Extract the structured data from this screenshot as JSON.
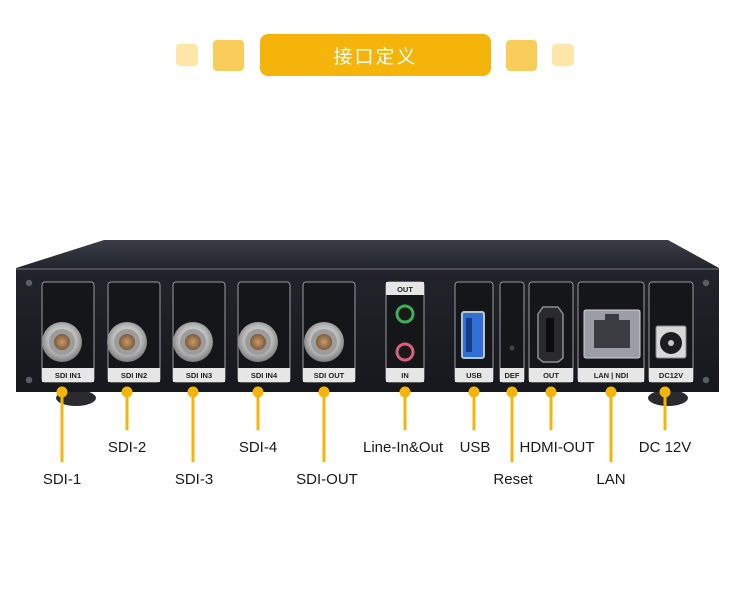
{
  "header": {
    "title": "接口定义",
    "accent_color": "#f5b40a",
    "light_accent_color": "#fde6a8",
    "mid_accent_color": "#f9cd5a"
  },
  "device": {
    "panels": {
      "sdi_in1": {
        "top": "",
        "bottom_left": "SDI",
        "bottom_right": "IN1"
      },
      "sdi_in2": {
        "bottom_left": "SDI",
        "bottom_right": "IN2"
      },
      "sdi_in3": {
        "bottom_left": "SDI",
        "bottom_right": "IN3"
      },
      "sdi_in4": {
        "bottom_left": "SDI",
        "bottom_right": "IN4"
      },
      "sdi_out": {
        "bottom_left": "SDI",
        "bottom_right": "OUT"
      },
      "audio": {
        "top": "OUT",
        "bottom": "IN"
      },
      "usb": {
        "bottom": "USB"
      },
      "def": {
        "bottom": "DEF"
      },
      "hdmi": {
        "bottom": "OUT"
      },
      "lan": {
        "bottom": "LAN | NDI"
      },
      "dc": {
        "bottom": "DC12V"
      }
    },
    "colors": {
      "body": "#1d1f26",
      "top": "#2a2d36",
      "usb_blue": "#2f6fd6",
      "audio_green": "#3fae56",
      "audio_pink": "#d9607a"
    }
  },
  "callouts": {
    "sdi1": "SDI-1",
    "sdi2": "SDI-2",
    "sdi3": "SDI-3",
    "sdi4": "SDI-4",
    "sdi_out": "SDI-OUT",
    "line_in_out": "Line-In&Out",
    "usb": "USB",
    "hdmi_out": "HDMI-OUT",
    "dc": "DC 12V",
    "reset": "Reset",
    "lan": "LAN"
  }
}
